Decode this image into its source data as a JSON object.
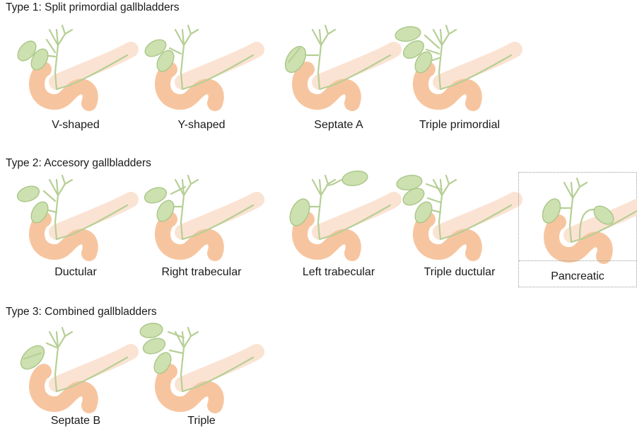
{
  "colors": {
    "pancreas": "#fbe3d3",
    "duodenum": "#f6c59f",
    "gallbladder_fill": "#cde0b0",
    "gallbladder_stroke": "#a9c787",
    "duct": "#b6cf95"
  },
  "sections": [
    {
      "title": "Type 1: Split primordial gallbladders",
      "items": [
        {
          "label": "V-shaped",
          "variant": "v-shaped"
        },
        {
          "label": "Y-shaped",
          "variant": "y-shaped"
        },
        {
          "label": "Septate A",
          "variant": "septate-a"
        },
        {
          "label": "Triple primordial",
          "variant": "triple-primordial"
        }
      ]
    },
    {
      "title": "Type 2: Accesory gallbladders",
      "items": [
        {
          "label": "Ductular",
          "variant": "ductular"
        },
        {
          "label": "Right trabecular",
          "variant": "right-trabecular"
        },
        {
          "label": "Left trabecular",
          "variant": "left-trabecular"
        },
        {
          "label": "Triple ductular",
          "variant": "triple-ductular"
        },
        {
          "label": "Pancreatic",
          "variant": "pancreatic"
        }
      ]
    },
    {
      "title": "Type 3: Combined gallbladders",
      "items": [
        {
          "label": "Septate B",
          "variant": "septate-b"
        },
        {
          "label": "Triple",
          "variant": "triple"
        }
      ]
    }
  ]
}
